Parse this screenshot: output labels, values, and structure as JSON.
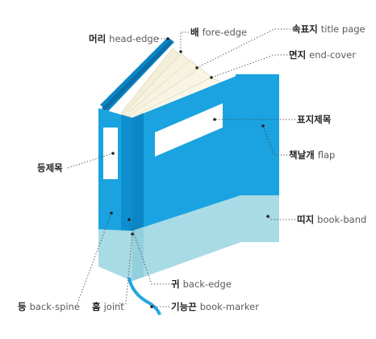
{
  "labels": {
    "head_edge": {
      "ko": "머리",
      "en": "head-edge"
    },
    "fore_edge": {
      "ko": "배",
      "en": "fore-edge"
    },
    "title_page": {
      "ko": "속표지",
      "en": "title page"
    },
    "end_cover": {
      "ko": "면지",
      "en": "end-cover"
    },
    "cover_title": {
      "ko": "표지제목",
      "en": ""
    },
    "spine_title": {
      "ko": "등제목",
      "en": ""
    },
    "flap": {
      "ko": "책날개",
      "en": "flap"
    },
    "book_band": {
      "ko": "띠지",
      "en": "book-band"
    },
    "back_edge": {
      "ko": "귀",
      "en": "back-edge"
    },
    "back_spine": {
      "ko": "등",
      "en": "back-spine"
    },
    "joint": {
      "ko": "홈",
      "en": "joint"
    },
    "book_marker": {
      "ko": "기능끈",
      "en": "book-marker"
    }
  },
  "colors": {
    "cover": "#1aa3e0",
    "cover_dark": "#0b86c6",
    "cover_edge": "#0a6fa8",
    "band": "#a8dbe6",
    "band_dark": "#8fcad8",
    "pages": "#f5f1dc",
    "marker": "#27a6df",
    "window": "#ffffff"
  }
}
